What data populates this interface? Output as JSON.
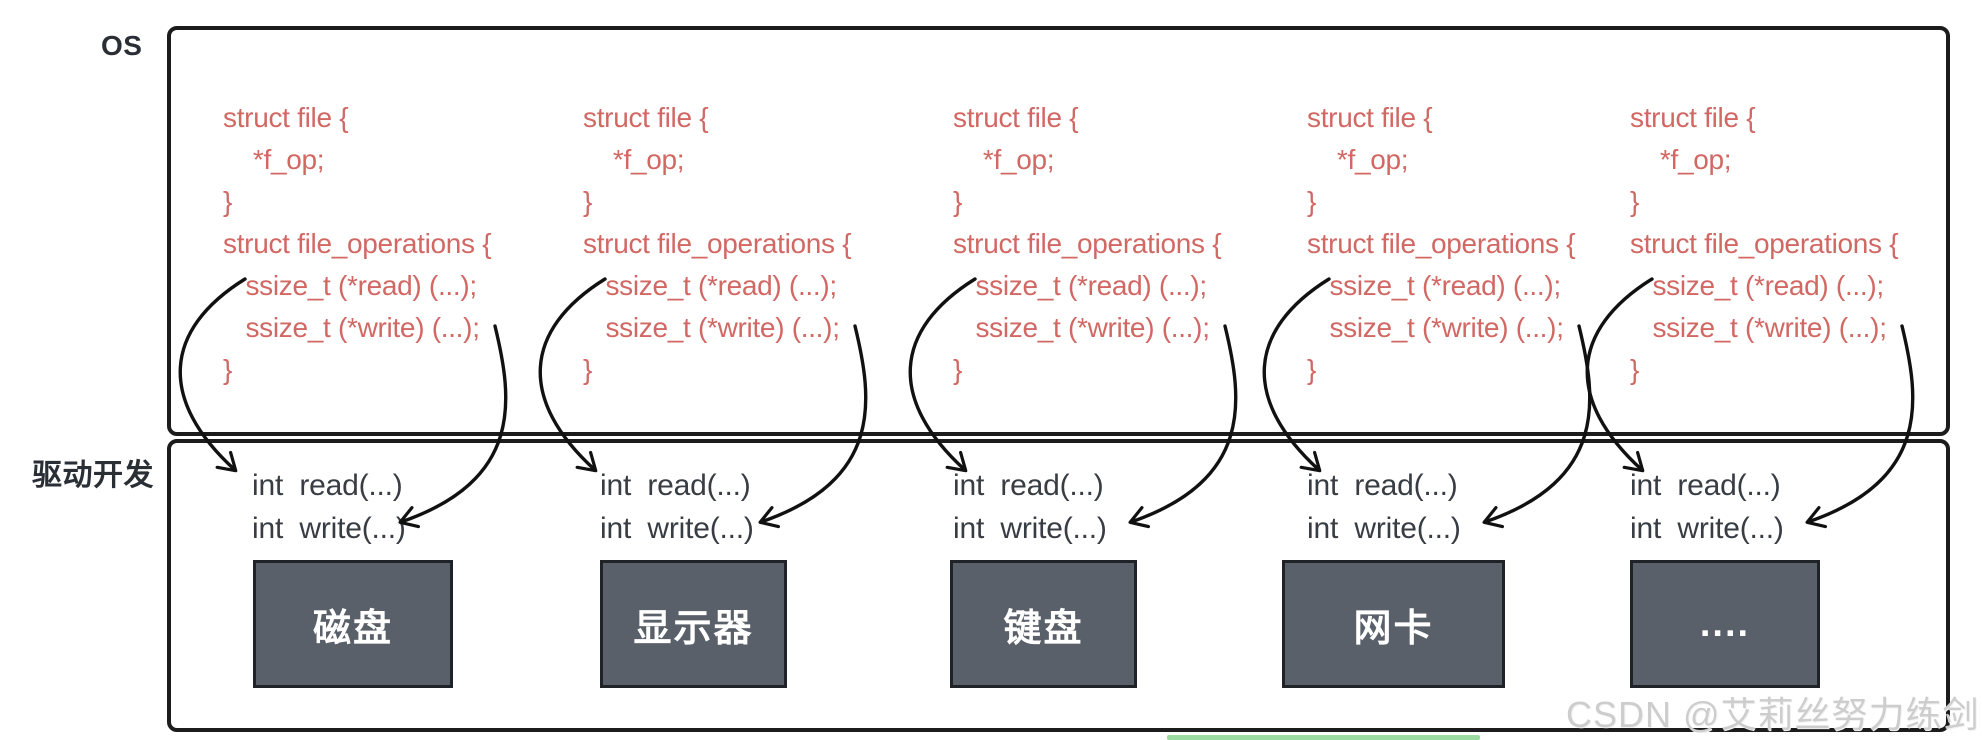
{
  "labels": {
    "os": "OS",
    "driver": "驱动开发"
  },
  "os_code_block": "struct file {\n    *f_op;\n}\nstruct file_operations {\n   ssize_t (*read) (...);\n   ssize_t (*write) (...);\n}",
  "driver_code_block": "int  read(...)\nint  write(...)",
  "devices": [
    "磁盘",
    "显示器",
    "键盘",
    "网卡",
    "...."
  ],
  "watermark": "CSDN @艾莉丝努力练剑",
  "colors": {
    "code_red": "#d16864",
    "driver_text": "#383d44",
    "label_dark": "#2a2e35",
    "box_border": "#1c1c1c",
    "device_fill": "#5a6069",
    "device_border": "#1f2328",
    "device_text": "#ffffff",
    "watermark_gray": "#cdcdcd",
    "green_bar": "#9bdba1",
    "arrow_black": "#111111"
  }
}
